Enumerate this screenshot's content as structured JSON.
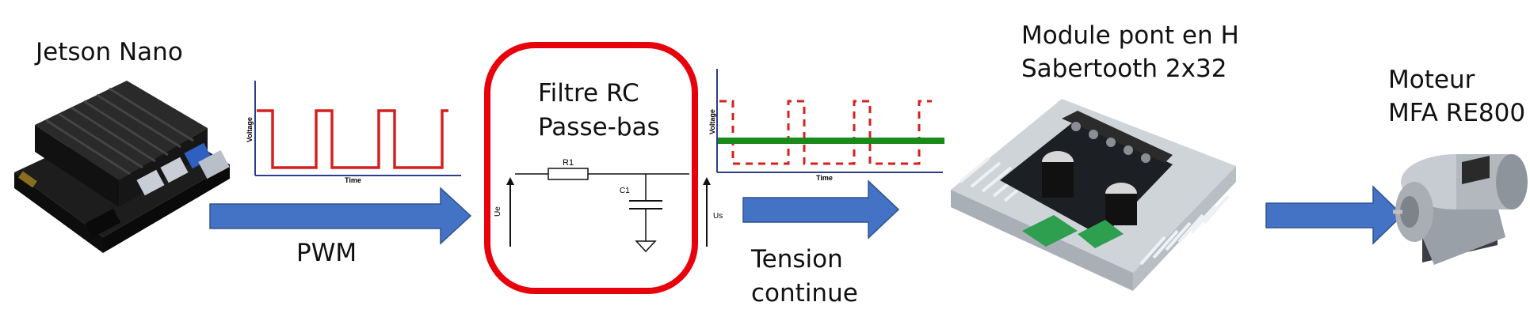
{
  "jetson": {
    "title": "Jetson Nano"
  },
  "pwm_plot": {
    "ylabel": "Voltage",
    "xlabel": "Time"
  },
  "arrow_pwm": {
    "label": "PWM"
  },
  "filter": {
    "title_line1": "Filtre RC",
    "title_line2": "Passe-bas",
    "r_label": "R1",
    "c_label": "C1",
    "in_label": "Ue",
    "out_label": "Us"
  },
  "filtered_plot": {
    "ylabel": "Voltage",
    "xlabel": "Time"
  },
  "arrow_dc": {
    "label_line1": "Tension",
    "label_line2": "continue"
  },
  "hbridge": {
    "title_line1": "Module pont en H",
    "title_line2": "Sabertooth 2x32"
  },
  "motor": {
    "title_line1": "Moteur",
    "title_line2": "MFA RE800"
  },
  "colors": {
    "arrow": "#4472c4",
    "arrow_stroke": "#2f528f",
    "highlight": "#e8000b",
    "pwm_signal": "#d62020",
    "dc_signal": "#1a8a1a",
    "axis": "#2e3c8c"
  }
}
